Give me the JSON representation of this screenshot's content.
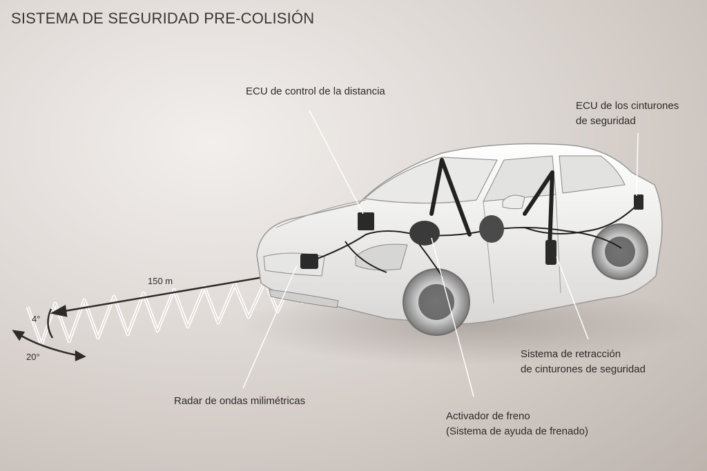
{
  "title": "SISTEMA DE SEGURIDAD PRE-COLISIÓN",
  "labels": {
    "distance_ecu": "ECU de control de la distancia",
    "seatbelt_ecu_line1": "ECU de los cinturones",
    "seatbelt_ecu_line2": "de seguridad",
    "retraction_line1": "Sistema de retracción",
    "retraction_line2": "de cinturones de seguridad",
    "brake_line1": "Activador de freno",
    "brake_line2": "(Sistema de ayuda de frenado)",
    "radar": "Radar de ondas milimétricas"
  },
  "radar_specs": {
    "range": "150 m",
    "vertical_angle": "4°",
    "horizontal_angle": "20°"
  },
  "colors": {
    "text": "#2e2a28",
    "car_body": "#f4f4f2",
    "car_outline": "#9a9896",
    "component": "#2a2a2a",
    "leader_line": "#ffffff"
  }
}
